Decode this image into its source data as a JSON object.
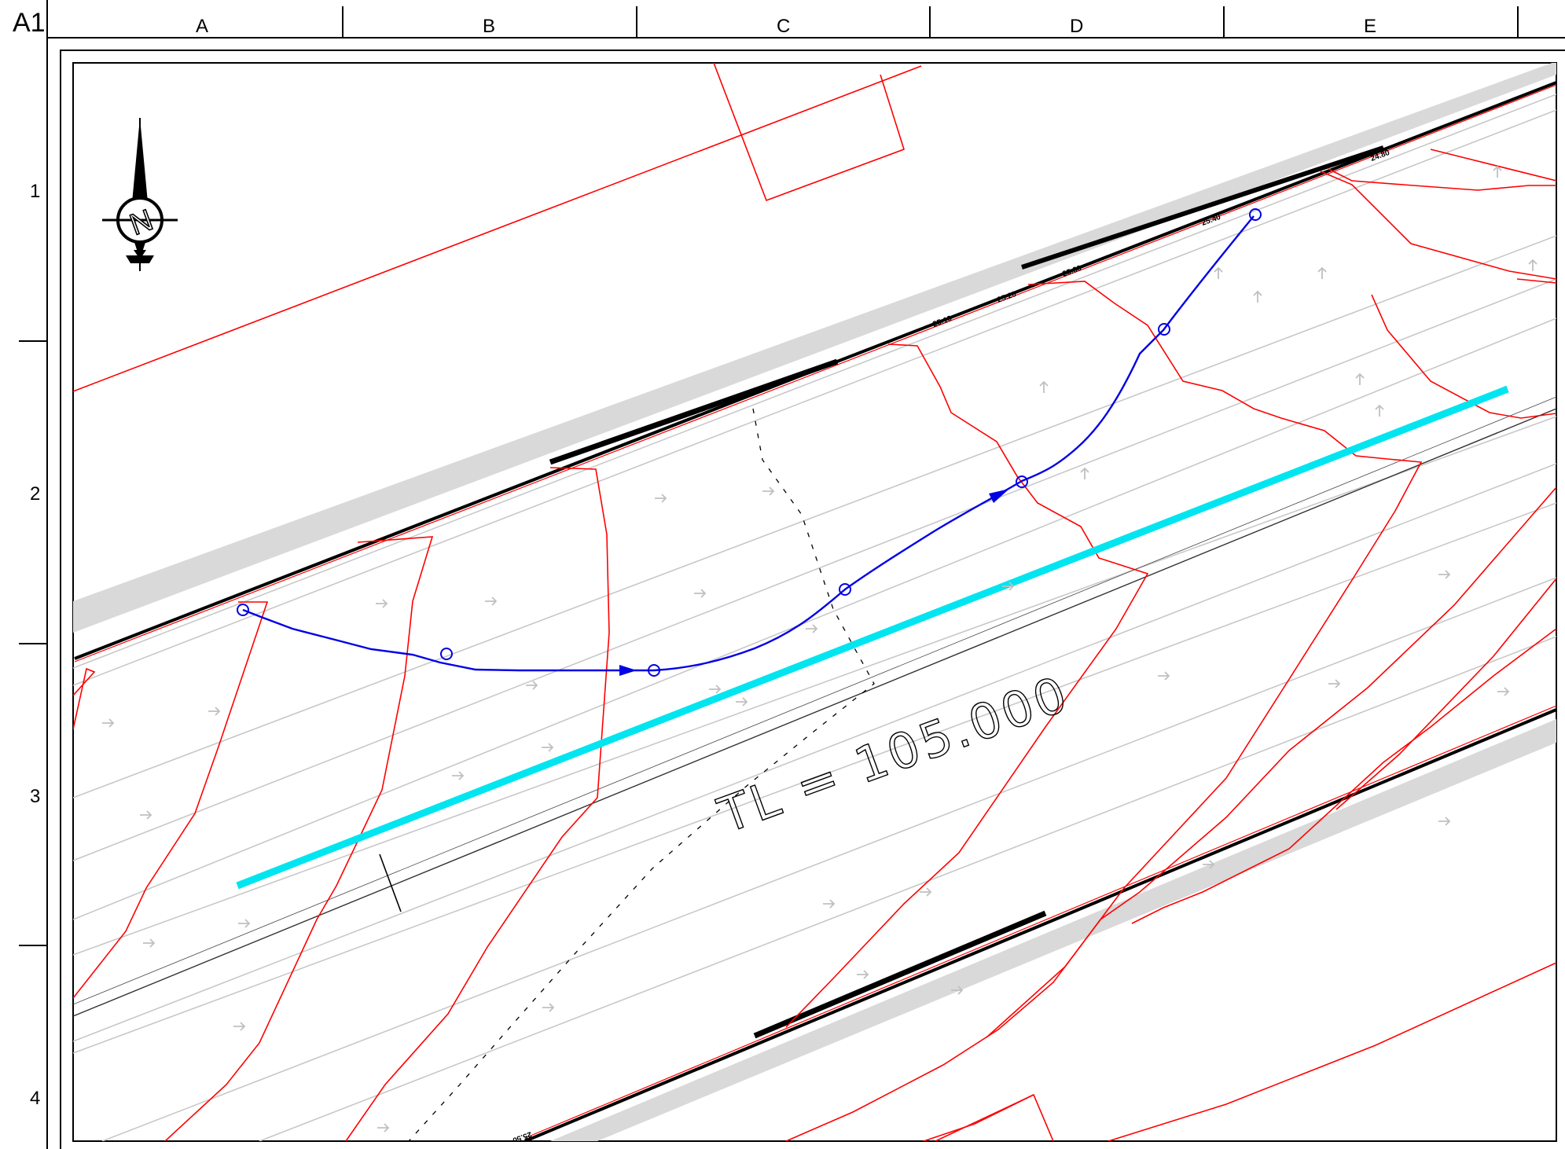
{
  "sheet": {
    "id": "A1",
    "columns": [
      "A",
      "B",
      "C",
      "D",
      "E"
    ],
    "rows": [
      "1",
      "2",
      "3",
      "4"
    ]
  },
  "drawing": {
    "tl_label": "TL = 105.000",
    "north_label": "N",
    "levels_top": [
      "25.10",
      "25.20",
      "25.30",
      "25.40",
      "24.80"
    ],
    "level_bottom": "25.50"
  },
  "colors": {
    "boundary": "#ff0000",
    "flow_path": "#0000e6",
    "centerline": "#00e5f0",
    "verge": "#d9d9d9",
    "contour": "#c8c8c8",
    "frame": "#000000"
  },
  "icons": {
    "north_arrow": "north-arrow-icon",
    "flow_marker": "flow-arrow-icon",
    "node": "circle-node-icon"
  }
}
